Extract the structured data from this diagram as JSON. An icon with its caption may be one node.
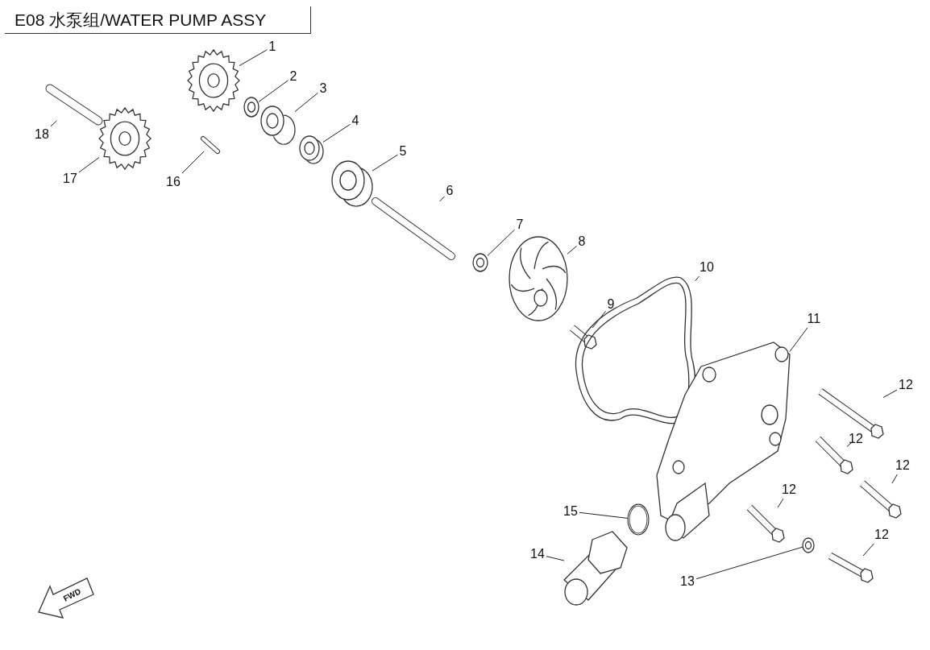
{
  "diagram": {
    "title": "E08 水泵组/WATER PUMP ASSY",
    "nodes": [
      {
        "text": [
          "1"
        ]
      },
      {
        "text": [
          "2"
        ]
      },
      {
        "text": [
          "3"
        ]
      },
      {
        "text": [
          "4"
        ]
      },
      {
        "text": [
          "5"
        ]
      },
      {
        "text": [
          "6"
        ]
      },
      {
        "text": [
          "7"
        ]
      },
      {
        "text": [
          "8"
        ]
      },
      {
        "text": [
          "9"
        ]
      },
      {
        "text": [
          "10"
        ]
      },
      {
        "text": [
          "11"
        ]
      },
      {
        "text": [
          "12"
        ]
      },
      {
        "text": [
          "12"
        ]
      },
      {
        "text": [
          "12"
        ]
      },
      {
        "text": [
          "12"
        ]
      },
      {
        "text": [
          "12"
        ]
      },
      {
        "text": [
          "13"
        ]
      },
      {
        "text": [
          "14"
        ]
      },
      {
        "text": [
          "15"
        ]
      },
      {
        "text": [
          "16"
        ]
      },
      {
        "text": [
          "17"
        ]
      },
      {
        "text": [
          "18"
        ]
      },
      {
        "text": [],
        "shape": "gear"
      },
      {
        "text": [],
        "shape": "washer"
      },
      {
        "text": [],
        "shape": "bearing"
      },
      {
        "text": [],
        "shape": "seal"
      },
      {
        "text": [],
        "shape": "seal"
      },
      {
        "text": [],
        "shape": "shaft"
      },
      {
        "text": [],
        "shape": "washer"
      },
      {
        "text": [],
        "shape": "impeller"
      },
      {
        "text": [],
        "shape": "bolt"
      },
      {
        "text": [],
        "shape": "gasket"
      },
      {
        "text": [],
        "shape": "cover"
      },
      {
        "text": [],
        "shape": "bolt"
      },
      {
        "text": [],
        "shape": "bolt"
      },
      {
        "text": [],
        "shape": "bolt"
      },
      {
        "text": [],
        "shape": "bolt"
      },
      {
        "text": [],
        "shape": "bolt"
      },
      {
        "text": [],
        "shape": "washer"
      },
      {
        "text": [],
        "shape": "fitting"
      },
      {
        "text": [],
        "shape": "ring"
      },
      {
        "text": [],
        "shape": "pin"
      },
      {
        "text": [],
        "shape": "gear"
      },
      {
        "text": [],
        "shape": "shaft"
      }
    ],
    "edges": [
      {
        "from": 0,
        "to": 22,
        "arrow": "none"
      },
      {
        "from": 1,
        "to": 23,
        "arrow": "none"
      },
      {
        "from": 2,
        "to": 24,
        "arrow": "none"
      },
      {
        "from": 3,
        "to": 25,
        "arrow": "none"
      },
      {
        "from": 4,
        "to": 26,
        "arrow": "none"
      },
      {
        "from": 5,
        "to": 27,
        "arrow": "none"
      },
      {
        "from": 6,
        "to": 28,
        "arrow": "none"
      },
      {
        "from": 7,
        "to": 29,
        "arrow": "none"
      },
      {
        "from": 8,
        "to": 30,
        "arrow": "none"
      },
      {
        "from": 9,
        "to": 31,
        "arrow": "none"
      },
      {
        "from": 10,
        "to": 32,
        "arrow": "none"
      },
      {
        "from": 11,
        "to": 33,
        "arrow": "none"
      },
      {
        "from": 12,
        "to": 34,
        "arrow": "none"
      },
      {
        "from": 13,
        "to": 35,
        "arrow": "none"
      },
      {
        "from": 14,
        "to": 36,
        "arrow": "none"
      },
      {
        "from": 15,
        "to": 37,
        "arrow": "none"
      },
      {
        "from": 16,
        "to": 38,
        "arrow": "none"
      },
      {
        "from": 17,
        "to": 39,
        "arrow": "none"
      },
      {
        "from": 18,
        "to": 40,
        "arrow": "none"
      },
      {
        "from": 19,
        "to": 41,
        "arrow": "none"
      },
      {
        "from": 20,
        "to": 42,
        "arrow": "none"
      },
      {
        "from": 21,
        "to": 43,
        "arrow": "none"
      }
    ],
    "labels": [
      "FWD"
    ]
  }
}
